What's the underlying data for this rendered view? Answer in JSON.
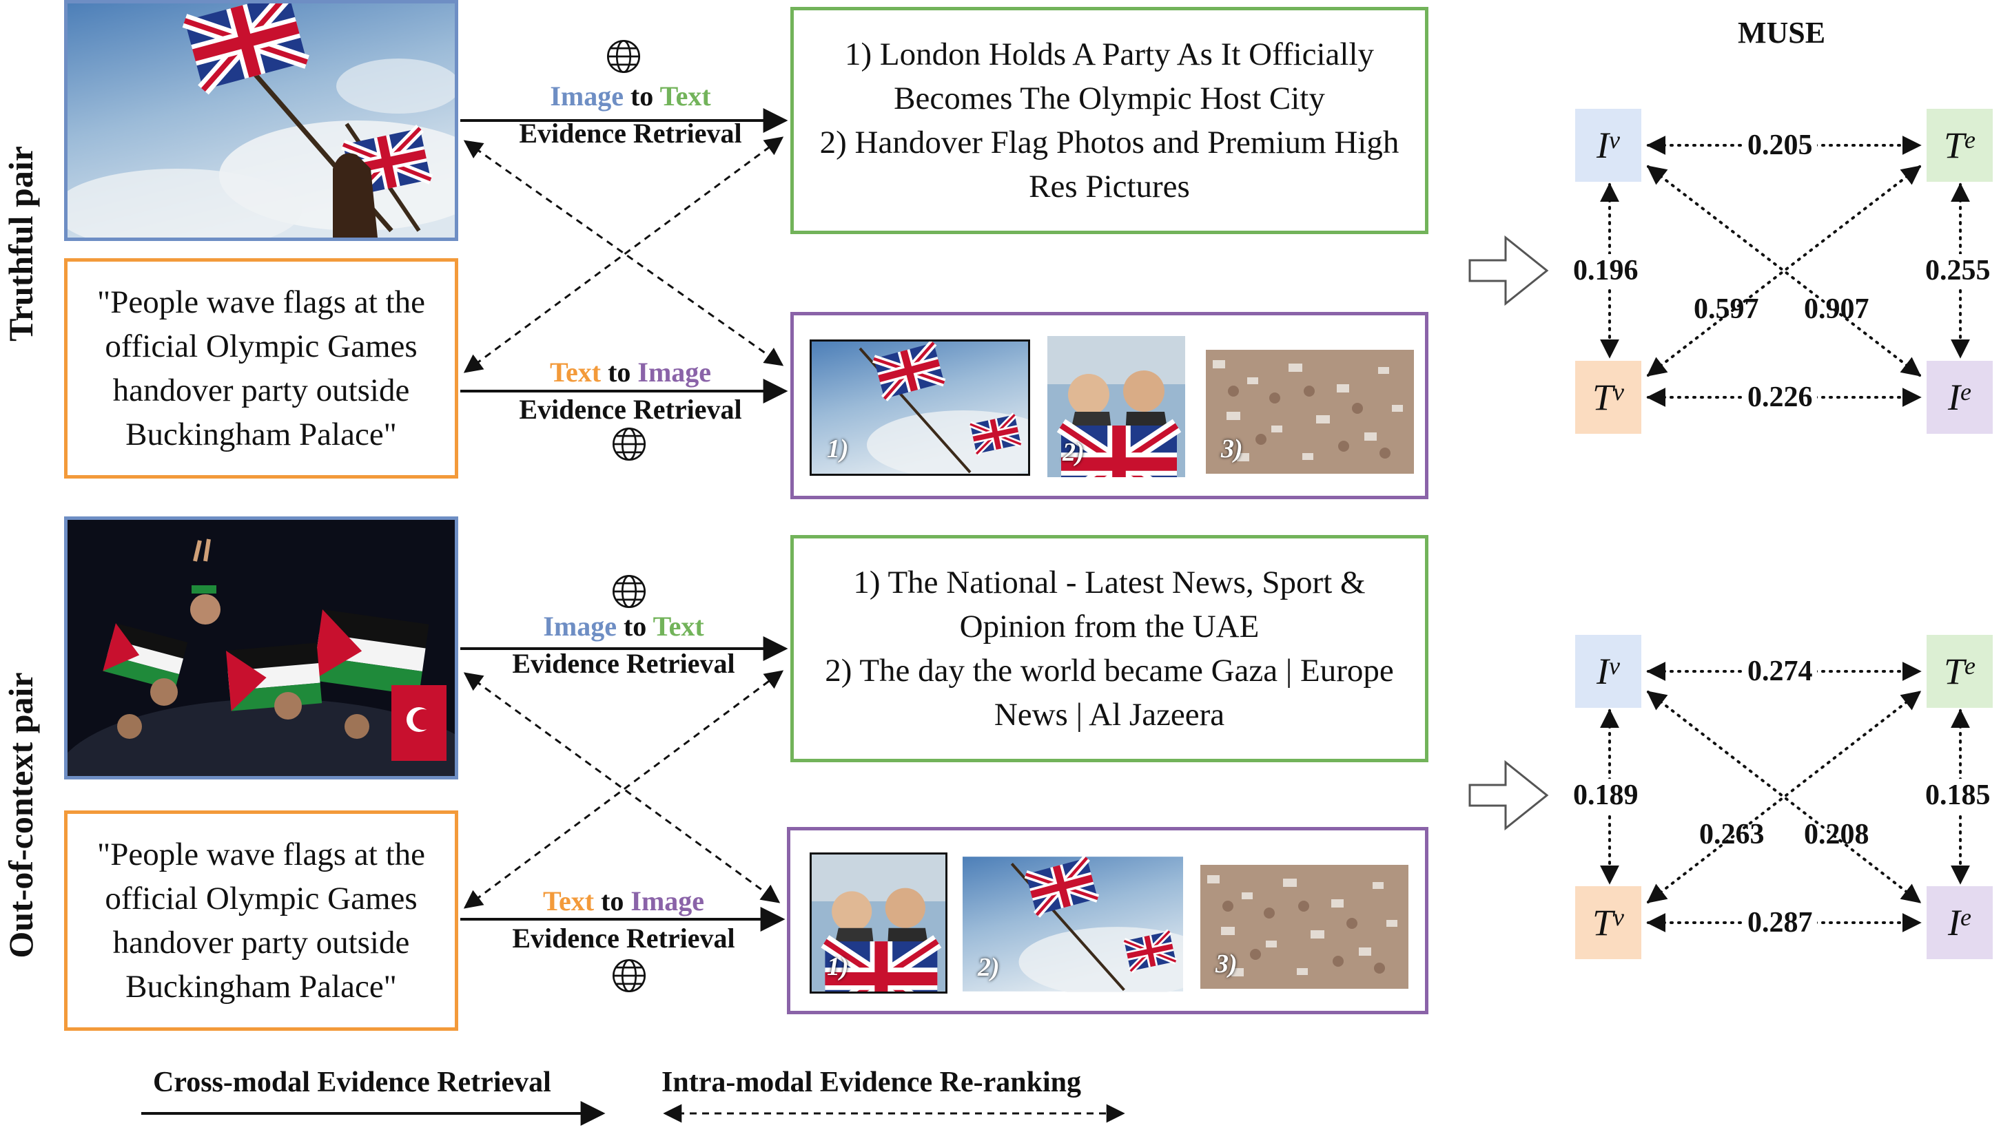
{
  "side_labels": {
    "truthful": "Truthful pair",
    "ooc": "Out-of-context pair"
  },
  "muse_title": "MUSE",
  "caption": {
    "truthful": "\"People wave flags at the official Olympic Games handover party outside Buckingham Palace\"",
    "ooc": "\"People wave flags at the official Olympic Games handover party outside Buckingham Palace\""
  },
  "retrieval": {
    "i2t_image": "Image",
    "i2t_to": "to",
    "i2t_text": "Text",
    "t2i_text": "Text",
    "t2i_to": "to",
    "t2i_image": "Image",
    "evidence": "Evidence Retrieval"
  },
  "text_evidence": {
    "truthful": [
      "1) London Holds A Party As It Officially Becomes The Olympic Host City",
      "2) Handover Flag Photos and Premium High Res Pictures"
    ],
    "ooc": [
      "1) The National - Latest News, Sport & Opinion from the UAE",
      "2) The day the world became Gaza | Europe News | Al Jazeera"
    ]
  },
  "image_evidence_labels": [
    "1)",
    "2)",
    "3)"
  ],
  "nodes": {
    "iv": "I",
    "iv_sup": "v",
    "te": "T",
    "te_sup": "e",
    "tv": "T",
    "tv_sup": "v",
    "ie": "I",
    "ie_sup": "e"
  },
  "scores": {
    "truthful": {
      "iv_te": "0.205",
      "iv_tv": "0.196",
      "te_ie": "0.255",
      "tv_ie": "0.226",
      "tv_te": "0.597",
      "iv_ie": "0.907"
    },
    "ooc": {
      "iv_te": "0.274",
      "iv_tv": "0.189",
      "te_ie": "0.185",
      "tv_ie": "0.287",
      "tv_te": "0.263",
      "iv_ie": "0.208"
    }
  },
  "legend": {
    "cross": "Cross-modal Evidence Retrieval",
    "intra": "Intra-modal Evidence Re-ranking"
  },
  "colors": {
    "image_blue": "#6e8ec4",
    "text_green": "#72b35a",
    "caption_orange": "#f39a3a",
    "evidence_purple": "#8a63a8",
    "node_iv": "#dbe6f7",
    "node_te": "#dcefd3",
    "node_tv": "#fbdcc0",
    "node_ie": "#e4daf0"
  }
}
